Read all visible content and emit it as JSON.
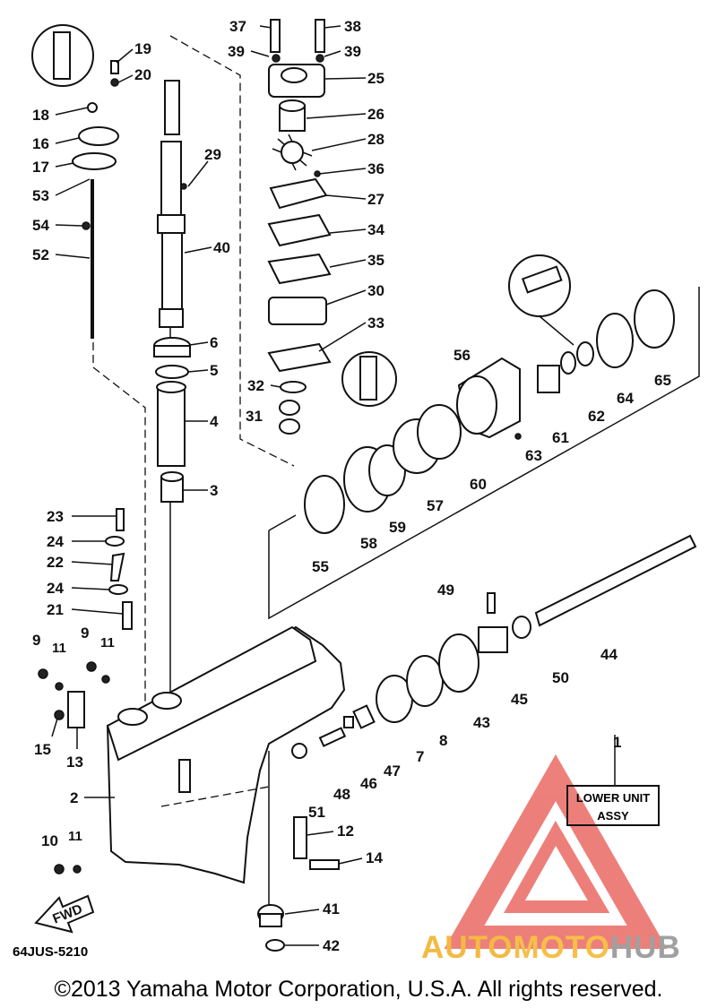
{
  "diagram": {
    "code": "64JUS-5210",
    "copyright": "©2013 Yamaha Motor Corporation, U.S.A. All rights reserved.",
    "assy_box": {
      "line1": "LOWER UNIT",
      "line2": "ASSY"
    },
    "fwd_label": "FWD",
    "logo": {
      "part1": "AUTO",
      "part2": "MOTO",
      "part3": "HUB"
    },
    "labels": {
      "p1": "1",
      "p2": "2",
      "p3": "3",
      "p4": "4",
      "p5": "5",
      "p6": "6",
      "p7": "7",
      "p8": "8",
      "p9a": "9",
      "p9b": "9",
      "p10": "10",
      "p11a": "11",
      "p11b": "11",
      "p11c": "11",
      "p12": "12",
      "p13": "13",
      "p14": "14",
      "p15": "15",
      "p16": "16",
      "p17": "17",
      "p18": "18",
      "p19": "19",
      "p20": "20",
      "p21": "21",
      "p22": "22",
      "p23": "23",
      "p24a": "24",
      "p24b": "24",
      "p25": "25",
      "p26": "26",
      "p27": "27",
      "p28": "28",
      "p29": "29",
      "p30": "30",
      "p31": "31",
      "p32": "32",
      "p33": "33",
      "p34": "34",
      "p35": "35",
      "p36": "36",
      "p37": "37",
      "p38": "38",
      "p39a": "39",
      "p39b": "39",
      "p40": "40",
      "p41": "41",
      "p42": "42",
      "p43": "43",
      "p44": "44",
      "p45": "45",
      "p46": "46",
      "p47": "47",
      "p48": "48",
      "p49": "49",
      "p50": "50",
      "p51": "51",
      "p52": "52",
      "p53": "53",
      "p54": "54",
      "p55": "55",
      "p56": "56",
      "p57": "57",
      "p58": "58",
      "p59": "59",
      "p60": "60",
      "p61": "61",
      "p62": "62",
      "p63": "63",
      "p64": "64",
      "p65": "65"
    },
    "colors": {
      "watermark": "#e8554f",
      "logo_orange": "#f4b942",
      "logo_gray": "#a0a0a0"
    }
  }
}
